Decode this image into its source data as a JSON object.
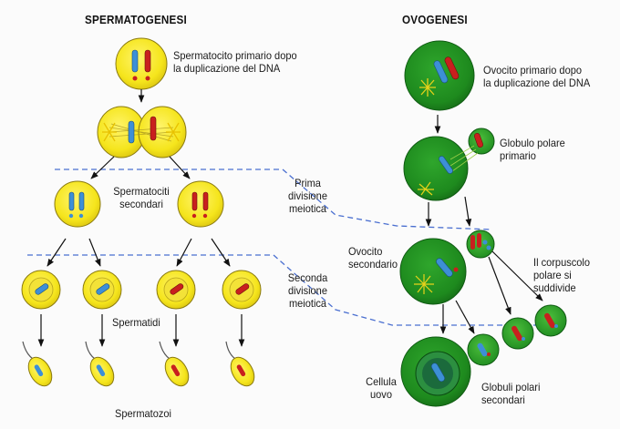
{
  "headings": {
    "spermatogenesis": "SPERMATOGENESI",
    "oogenesis": "OVOGENESI"
  },
  "labels": {
    "primary_spermatocyte": "Spermatocito primario dopo\nla duplicazione del DNA",
    "secondary_spermatocytes": "Spermatociti\nsecondari",
    "spermatids": "Spermatidi",
    "spermatozoa": "Spermatozoi",
    "first_meiotic_division": "Prima\ndivisione\nmeiotica",
    "second_meiotic_division": "Seconda\ndivisione\nmeiotica",
    "primary_oocyte": "Ovocito primario dopo\nla duplicazione del DNA",
    "primary_polar_body": "Globulo polare\nprimario",
    "secondary_oocyte": "Ovocito\nsecondario",
    "polar_body_divides": "Il corpuscolo\npolare si\nsuddivide",
    "egg_cell": "Cellula\nuovo",
    "secondary_polar_bodies": "Globuli polari\nsecondari"
  },
  "colors": {
    "sperm_cell_fill": "#f5e51c",
    "sperm_cell_edge": "#8a7a10",
    "egg_cell_fill": "#1e8a1e",
    "egg_cell_dark": "#0f5a12",
    "chromosome_blue": "#3d8fd6",
    "chromosome_red": "#c8201e",
    "divider_dash": "#4a6fd0"
  }
}
